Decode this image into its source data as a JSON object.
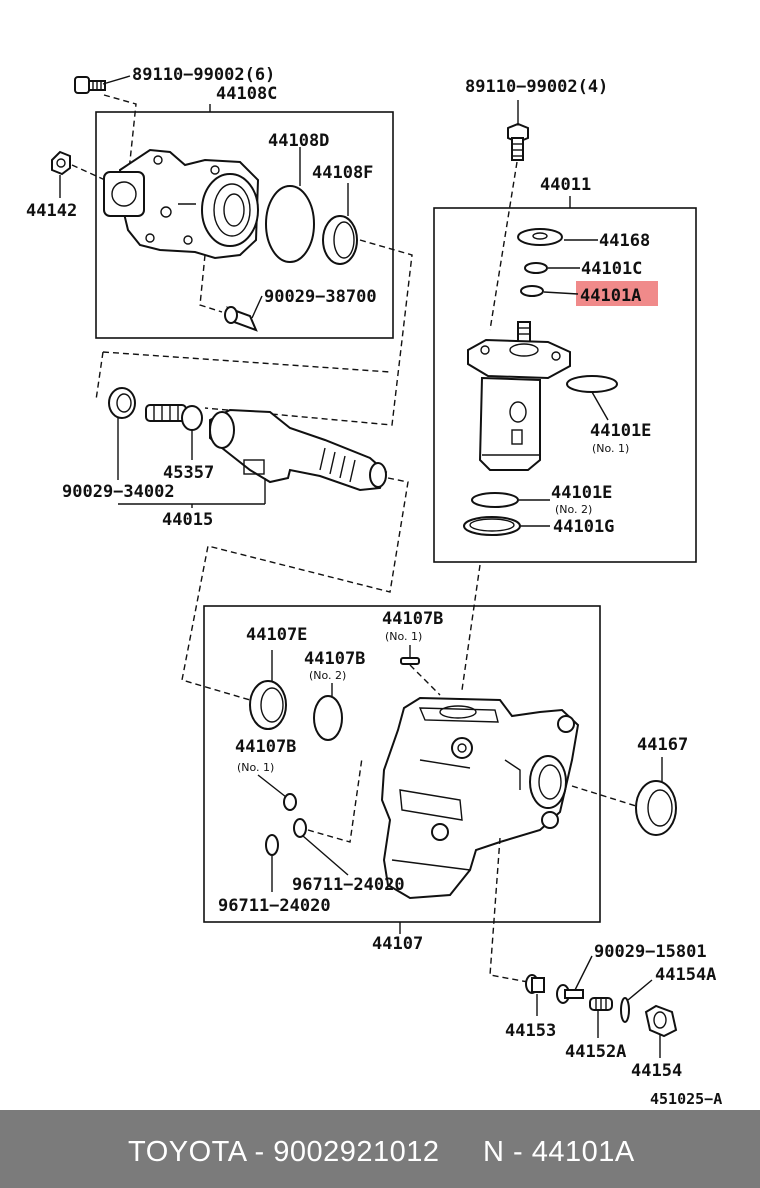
{
  "colors": {
    "highlight": "#f08a8a",
    "footer_bg": "#7b7b7b",
    "footer_text": "#ffffff",
    "ink": "#111111"
  },
  "labels": {
    "p89110_99002_6": "89110−99002(6)",
    "p44108C": "44108C",
    "p44108D": "44108D",
    "p44108F": "44108F",
    "p44142": "44142",
    "p90029_38700": "90029−38700",
    "p89110_99002_4": "89110−99002(4)",
    "p44011": "44011",
    "p44168": "44168",
    "p44101C": "44101C",
    "p44101A": "44101A",
    "p44101E_1": "44101E",
    "p44101E_1_note": "(No. 1)",
    "p44101E_2": "44101E",
    "p44101E_2_note": "(No. 2)",
    "p44101G": "44101G",
    "p45357": "45357",
    "p90029_34002": "90029−34002",
    "p44015": "44015",
    "p44107E": "44107E",
    "p44107B_top": "44107B",
    "p44107B_top_note": "(No. 1)",
    "p44107B_no2": "44107B",
    "p44107B_no2_note": "(No. 2)",
    "p44107B_left": "44107B",
    "p44107B_left_note": "(No. 1)",
    "p44167": "44167",
    "p96711_24020_a": "96711−24020",
    "p96711_24020_b": "96711−24020",
    "p44107": "44107",
    "p90029_15801": "90029−15801",
    "p44154A": "44154A",
    "p44153": "44153",
    "p44152A": "44152A",
    "p44154": "44154",
    "diagram_code": "451025−A"
  },
  "footer": {
    "brand_part": "TOYOTA - 9002921012",
    "ref": "N - 44101A"
  }
}
